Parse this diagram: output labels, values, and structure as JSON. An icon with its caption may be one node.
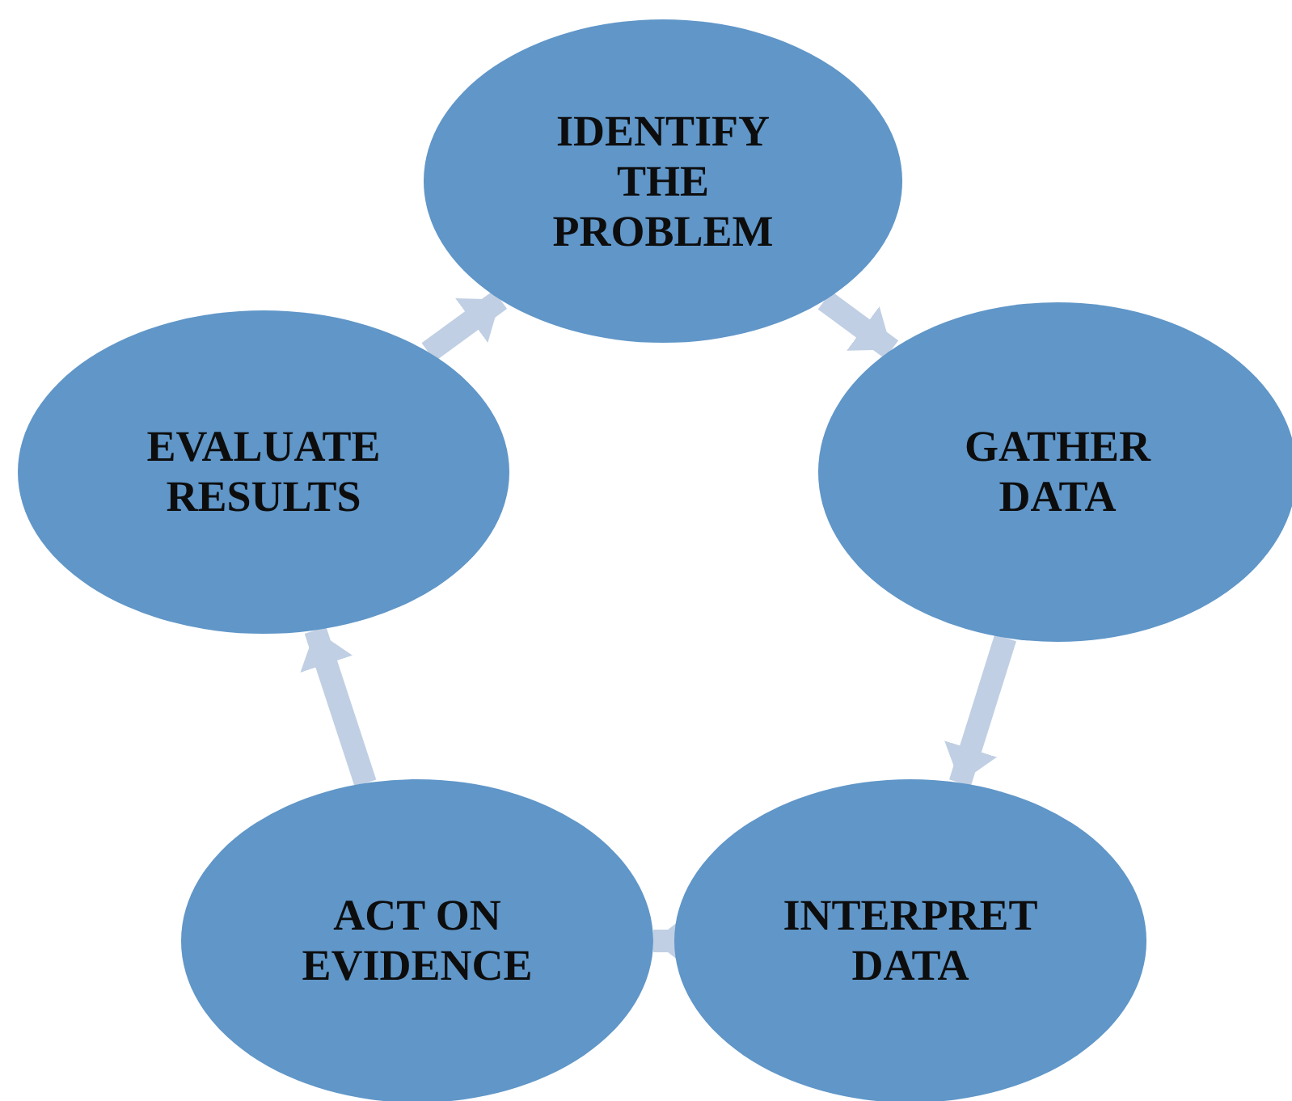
{
  "diagram": {
    "nodes": [
      {
        "text": [
          "IDENTIFY THE PROBLEM"
        ]
      },
      {
        "text": [
          "GATHER DATA"
        ]
      },
      {
        "text": [
          "INTERPRET DATA"
        ]
      },
      {
        "text": [
          "ACT ON EVIDENCE"
        ]
      },
      {
        "text": [
          "EVALUATE RESULTS"
        ]
      }
    ],
    "edges": [
      {
        "from": 0,
        "to": 1,
        "arrow": "to"
      },
      {
        "from": 1,
        "to": 2,
        "arrow": "to"
      },
      {
        "from": 2,
        "to": 3,
        "arrow": "to"
      },
      {
        "from": 3,
        "to": 4,
        "arrow": "to"
      },
      {
        "from": 4,
        "to": 0,
        "arrow": "to"
      }
    ]
  }
}
